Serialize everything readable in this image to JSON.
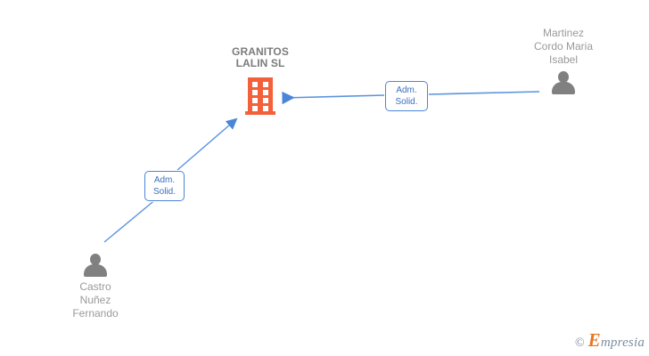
{
  "diagram": {
    "type": "corporate-relationship-graph",
    "background_color": "#ffffff",
    "company": {
      "name": "GRANITOS\nLALIN SL",
      "icon": "building-icon",
      "icon_color": "#f4603a",
      "label_color": "#7b7b7b"
    },
    "persons": [
      {
        "id": "martinez",
        "name": "Martinez\nCordo Maria\nIsabel",
        "icon": "person-icon",
        "icon_color": "#808080",
        "label_color": "#9a9a9a"
      },
      {
        "id": "castro",
        "name": "Castro\nNuñez\nFernando",
        "icon": "person-icon",
        "icon_color": "#808080",
        "label_color": "#9a9a9a"
      }
    ],
    "relations": [
      {
        "id": "rel-martinez",
        "label": "Adm.\nSolid.",
        "from": "martinez",
        "to": "company",
        "line_color": "#4a86d8",
        "border_color": "#4a86d8",
        "text_color": "#3a6fbf"
      },
      {
        "id": "rel-castro",
        "label": "Adm.\nSolid.",
        "from": "castro",
        "to": "company",
        "line_color": "#4a86d8",
        "border_color": "#4a86d8",
        "text_color": "#3a6fbf"
      }
    ]
  },
  "watermark": {
    "copyright": "©",
    "brand_initial": "E",
    "brand_rest": "mpresia",
    "initial_color": "#e8761f",
    "text_color": "#7d8ea0"
  }
}
